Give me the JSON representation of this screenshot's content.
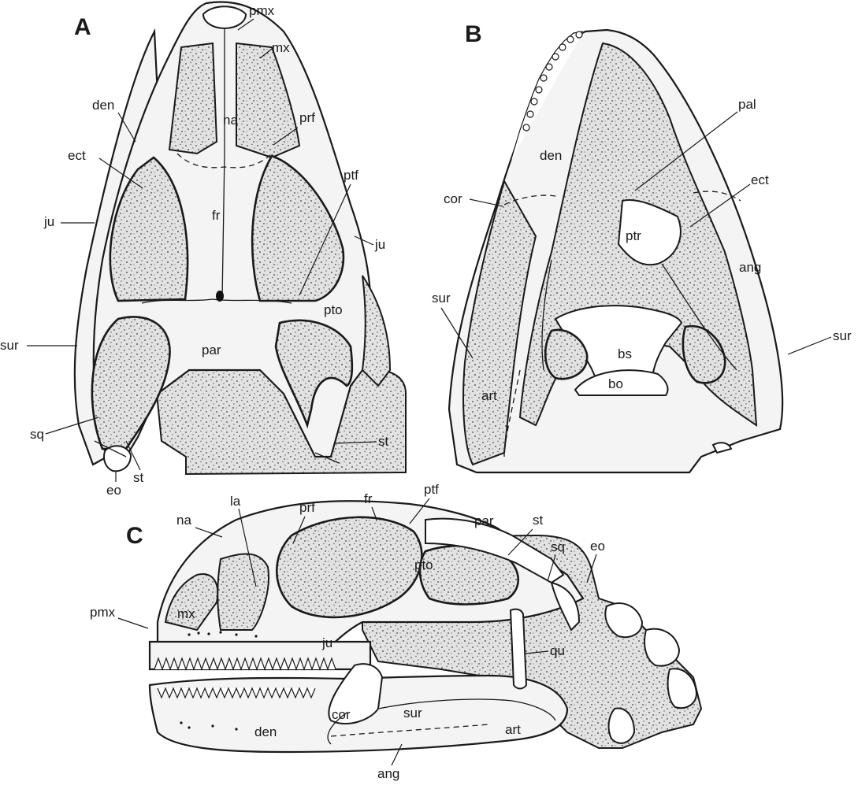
{
  "panels": [
    {
      "id": "A",
      "letter": "A",
      "labels": [
        "pmx",
        "mx",
        "den",
        "na",
        "prf",
        "ect",
        "fr",
        "ptf",
        "ju",
        "ju",
        "pto",
        "sur",
        "par",
        "sq",
        "st",
        "st",
        "eo"
      ]
    },
    {
      "id": "B",
      "letter": "B",
      "labels": [
        "pal",
        "den",
        "ect",
        "cor",
        "ptr",
        "ang",
        "sur",
        "sur",
        "bs",
        "art",
        "bo"
      ]
    },
    {
      "id": "C",
      "letter": "C",
      "labels": [
        "la",
        "prf",
        "fr",
        "ptf",
        "na",
        "par",
        "st",
        "sq",
        "eo",
        "pto",
        "pmx",
        "mx",
        "ju",
        "qu",
        "cor",
        "sur",
        "den",
        "art",
        "ang"
      ]
    }
  ]
}
